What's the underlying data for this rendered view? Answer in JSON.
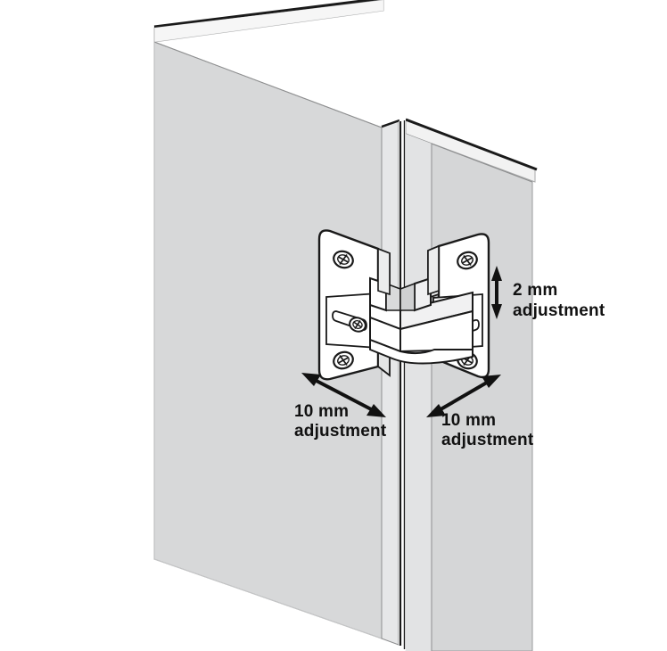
{
  "illustration": {
    "title": "Concealed corner hinge adjustment diagram",
    "subject": "two-panel cabinet corner with adjustable hinge"
  },
  "colors": {
    "background": "#ffffff",
    "panel_face": "#d7d8d9",
    "panel_face_right": "#d5d6d7",
    "panel_top_edge": "#f2f2f2",
    "panel_edge_strip": "#e4e5e6",
    "hinge_fill": "#ffffff",
    "hinge_shadow": "#c9cacb",
    "hinge_mid": "#e9eaeb",
    "outline": "#1a1a1a",
    "thin_outline": "#6b6b6b",
    "text": "#111111",
    "arrow": "#111111"
  },
  "annotations": [
    {
      "id": "vertical-adjustment",
      "line1": "2 mm",
      "line2": "adjustment",
      "value": "2",
      "unit": "mm",
      "axis": "vertical",
      "arrow": "double-headed-vertical"
    },
    {
      "id": "left-depth-adjustment",
      "line1": "10 mm",
      "line2": "adjustment",
      "value": "10",
      "unit": "mm",
      "axis": "diagonal-left",
      "arrow": "double-headed-diagonal"
    },
    {
      "id": "right-depth-adjustment",
      "line1": "10 mm",
      "line2": "adjustment",
      "value": "10",
      "unit": "mm",
      "axis": "diagonal-right",
      "arrow": "double-headed-diagonal"
    }
  ],
  "hinge": {
    "left_plate": {
      "name": "left-mounting-plate",
      "fasteners": [
        "screw-top",
        "screw-slot",
        "screw-bottom"
      ],
      "slot": "horizontal-adjustment-slot"
    },
    "right_plate": {
      "name": "right-mounting-plate",
      "fasteners": [
        "screw-top",
        "screw-slot",
        "screw-bottom"
      ],
      "slot": "horizontal-adjustment-slot"
    },
    "link": {
      "name": "corner-link-arm",
      "shape": "v-shaped-wrap"
    }
  },
  "panels": {
    "left": {
      "name": "left-door-panel"
    },
    "right": {
      "name": "right-door-panel"
    },
    "gap": {
      "name": "center-corner-gap"
    }
  }
}
